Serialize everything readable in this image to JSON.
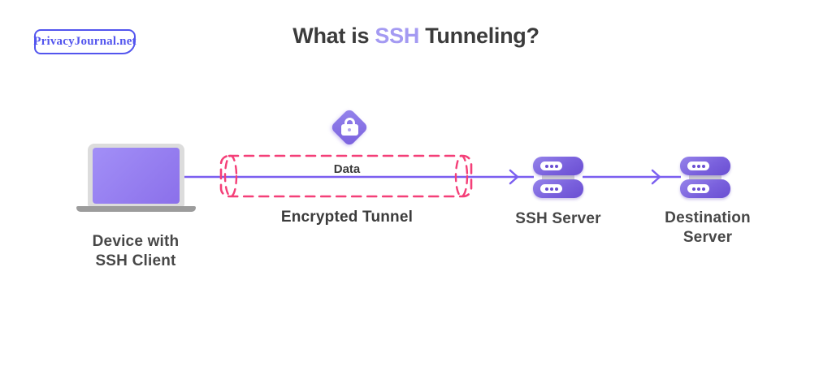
{
  "logo": {
    "text": "PrivacyJournal.net",
    "color": "#5355ee"
  },
  "title": {
    "pre": "What is ",
    "highlight": "SSH",
    "post": " Tunneling?",
    "text_color": "#3b3b3b",
    "highlight_color": "#a49af2"
  },
  "diagram": {
    "device": {
      "icon": "laptop-icon",
      "label_line1": "Device with",
      "label_line2": "SSH Client"
    },
    "tunnel": {
      "lock_icon": "padlock-icon",
      "data_label": "Data",
      "label": "Encrypted Tunnel",
      "border_color": "#f43f78"
    },
    "ssh_server": {
      "icon": "server-icon",
      "label": "SSH Server"
    },
    "destination_server": {
      "icon": "server-icon",
      "label_line1": "Destination",
      "label_line2": "Server"
    },
    "flow_line_color": "#7b5ff0",
    "accent_purple": "#8470e4"
  }
}
